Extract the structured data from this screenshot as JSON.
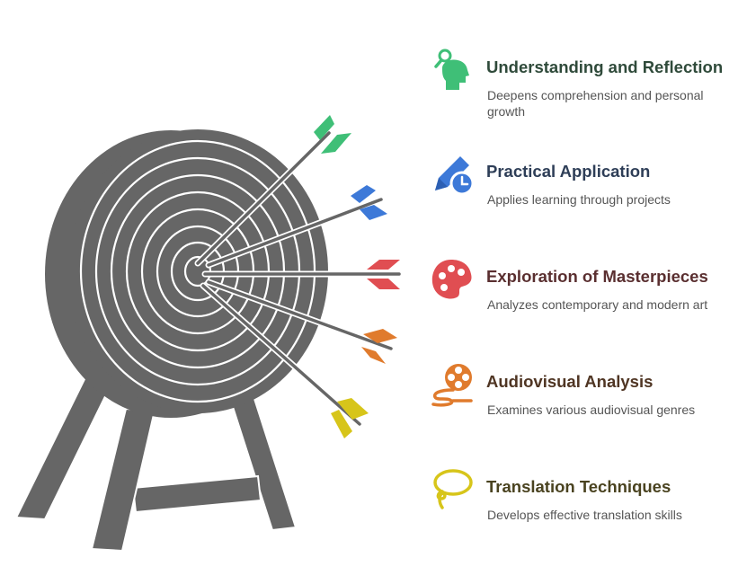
{
  "diagram": {
    "colors": {
      "target": "#666666",
      "ring_line": "#ffffff"
    },
    "items": [
      {
        "title": "Understanding and Reflection",
        "description": "Deepens comprehension and personal growth",
        "color": "#3fbf77",
        "title_color": "#2f4a3a",
        "icon": "mind-search-icon"
      },
      {
        "title": "Practical Application",
        "description": "Applies learning through projects",
        "color": "#3d79d8",
        "title_color": "#2e3e57",
        "icon": "pen-clock-icon"
      },
      {
        "title": "Exploration of Masterpieces",
        "description": "Analyzes contemporary and modern art",
        "color": "#e04e52",
        "title_color": "#5a2f30",
        "icon": "palette-icon"
      },
      {
        "title": "Audiovisual Analysis",
        "description": "Examines various audiovisual genres",
        "color": "#e07b2d",
        "title_color": "#4f3523",
        "icon": "film-reel-icon"
      },
      {
        "title": "Translation Techniques",
        "description": "Develops effective translation skills",
        "color": "#d7c51a",
        "title_color": "#4a4320",
        "icon": "lasso-icon"
      }
    ]
  }
}
